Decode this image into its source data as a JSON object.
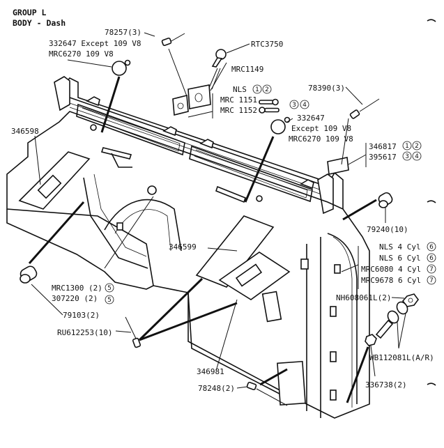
{
  "header": {
    "group": "GROUP L",
    "section": "BODY - Dash"
  },
  "labels": {
    "rivet_78257": "78257(3)",
    "knob_332647_except": "332647 Except 109 V8",
    "knob_mrc6270": "MRC6270 109 V8",
    "rtc3750": "RTC3750",
    "mrc1149": "MRC1149",
    "nls_12": "NLS",
    "mrc1151": "MRC 1151",
    "mrc1152": "MRC 1152",
    "rivet_78390": "78390(3)",
    "knob2_332647": "332647",
    "knob2_except": "Except 109 V8",
    "knob2_mrc6270": "MRC6270 109 V8",
    "plate_346817": "346817",
    "plate_395617": "395617",
    "panel_346598": "346598",
    "grommet_79240": "79240(10)",
    "nls_4cyl": "NLS 4 Cyl",
    "nls_6cyl": "NLS 6 Cyl",
    "mrc6080": "MRC6080 4 Cyl",
    "mrc9678": "MRC9678 6 Cyl",
    "panel_346599": "346599",
    "mrc1300": "MRC1300 (2)",
    "p307220": "307220 (2)",
    "grommet_79103": "79103(2)",
    "nut_nh608061l": "NH608061L(2)",
    "washer_wb112081l": "WB112081L(A/R)",
    "rivet_ru612253": "RU612253(10)",
    "panel_346981": "346981",
    "bolt_336738": "336738(2)",
    "rivet_78248": "78248(2)"
  },
  "callouts": {
    "c1": "1",
    "c2": "2",
    "c3": "3",
    "c4": "4",
    "c5": "5",
    "c6": "6",
    "c7": "7"
  }
}
